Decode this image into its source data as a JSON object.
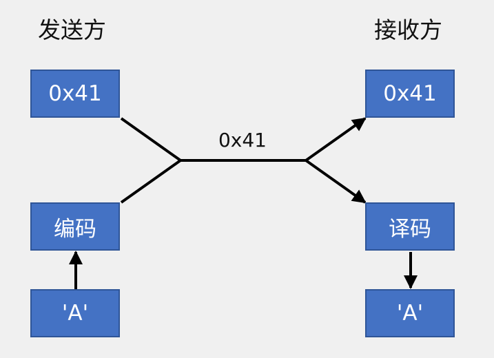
{
  "sender": {
    "title": "发送方",
    "value_box": "0x41",
    "encode_box": "编码",
    "char_box": "'A'"
  },
  "receiver": {
    "title": "接收方",
    "value_box": "0x41",
    "decode_box": "译码",
    "char_box": "'A'"
  },
  "channel": {
    "label": "0x41"
  },
  "colors": {
    "box_fill": "#4472c4",
    "box_border": "#2f5597",
    "box_text": "#ffffff",
    "line": "#000000",
    "background": "#f0f0f0"
  }
}
